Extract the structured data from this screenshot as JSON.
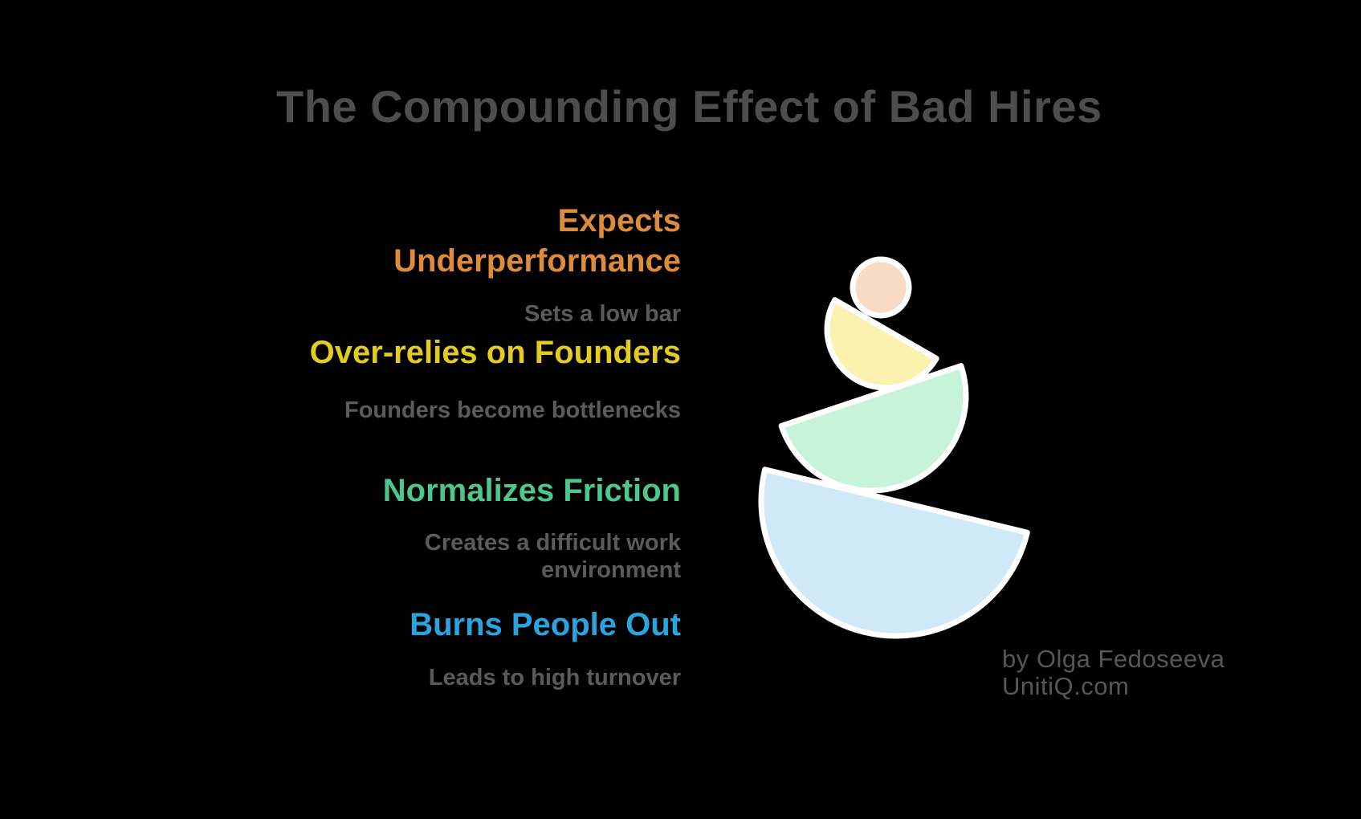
{
  "page": {
    "background_color": "#000000"
  },
  "title": {
    "text": "The Compounding Effect of Bad Hires",
    "color": "#4D4D4D"
  },
  "subtitle_color": "#5B5B5B",
  "items": [
    {
      "heading": "Expects Underperformance",
      "heading_color": "#DE8B3B",
      "subtitle": "Sets a low bar"
    },
    {
      "heading": "Over-relies on Founders",
      "heading_color": "#E3CC1F",
      "subtitle": "Founders become bottlenecks"
    },
    {
      "heading": "Normalizes Friction",
      "heading_color": "#4EC78C",
      "subtitle": "Creates a difficult work environment"
    },
    {
      "heading": "Burns People Out",
      "heading_color": "#29A4DE",
      "subtitle": "Leads to high turnover"
    }
  ],
  "illustration": {
    "icon": "balanced-stones-icon",
    "stroke_color": "#FFFFFF",
    "circle_fill": "#F9DBC4",
    "top_semicircle_fill": "#FBF2AF",
    "middle_semicircle_fill": "#C7F3DA",
    "bottom_semicircle_fill": "#CFE9F8"
  },
  "attribution": {
    "line1": "by Olga Fedoseeva",
    "line2": "UnitiQ.com",
    "color": "#575757"
  }
}
